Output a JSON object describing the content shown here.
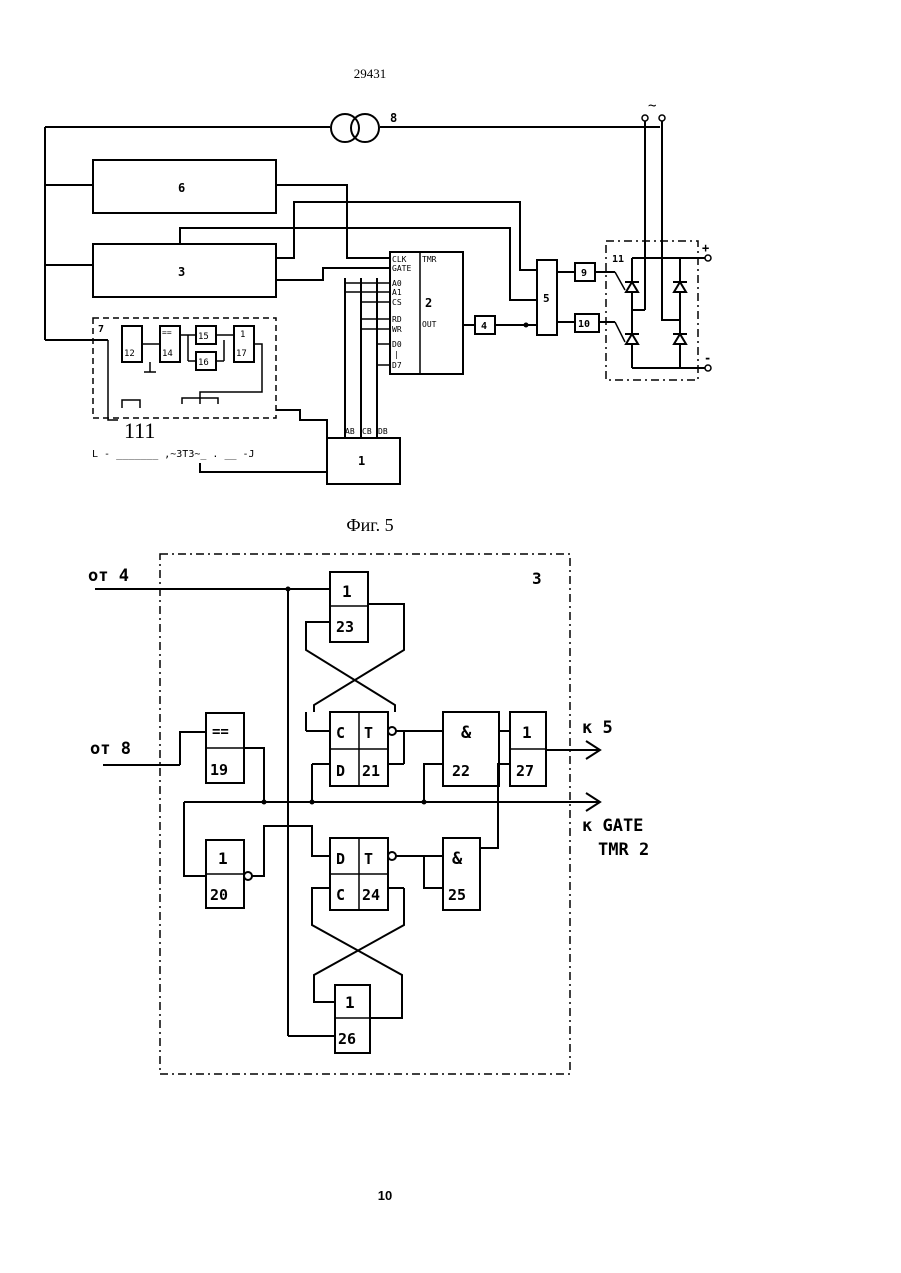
{
  "page": {
    "doc_number": "29431",
    "page_number": "10"
  },
  "figure5": {
    "caption": "Фиг. 5",
    "blocks": {
      "b6": "6",
      "b3": "3",
      "b2": "2",
      "b1": "1",
      "b4": "4",
      "b5": "5",
      "b9": "9",
      "b10": "10",
      "b11": "11",
      "b12": "12",
      "b14": "14",
      "b15": "15",
      "b16": "16",
      "b17": "17",
      "b7": "7",
      "b8": "8",
      "b14_sym": "==",
      "b17_sym": "1"
    },
    "tmr_pins": {
      "clk": "CLK",
      "gate": "GATE",
      "tmr": "TMR",
      "a0": "A0",
      "a1": "A1",
      "cs": "CS",
      "rd": "RD",
      "wr": "WR",
      "d0": "D0",
      "dots": "|",
      "d7": "D7",
      "out": "OUT"
    },
    "bus_labels": {
      "ab": "AB",
      "cb": "CB",
      "db": "DB"
    },
    "ac_symbol": "~",
    "plus": "+",
    "minus": "-",
    "noise_111": "111",
    "noise_line": "L - _______ ,~3T3~_ . __ -J"
  },
  "figure_block3": {
    "label": "3",
    "input_from4": "от 4",
    "input_from8": "от 8",
    "output_to5": "к 5",
    "output_gate": "к GATE",
    "output_tmr": "TMR 2",
    "elements": {
      "e19_sym": "==",
      "e19_num": "19",
      "e20_sym": "1",
      "e20_num": "20",
      "e21_c": "C",
      "e21_t": "T",
      "e21_d": "D",
      "e21_num": "21",
      "e22_sym": "&",
      "e22_num": "22",
      "e23_sym": "1",
      "e23_num": "23",
      "e24_d": "D",
      "e24_t": "T",
      "e24_c": "C",
      "e24_num": "24",
      "e25_sym": "&",
      "e25_num": "25",
      "e26_sym": "1",
      "e26_num": "26",
      "e27_sym": "1",
      "e27_num": "27"
    }
  }
}
